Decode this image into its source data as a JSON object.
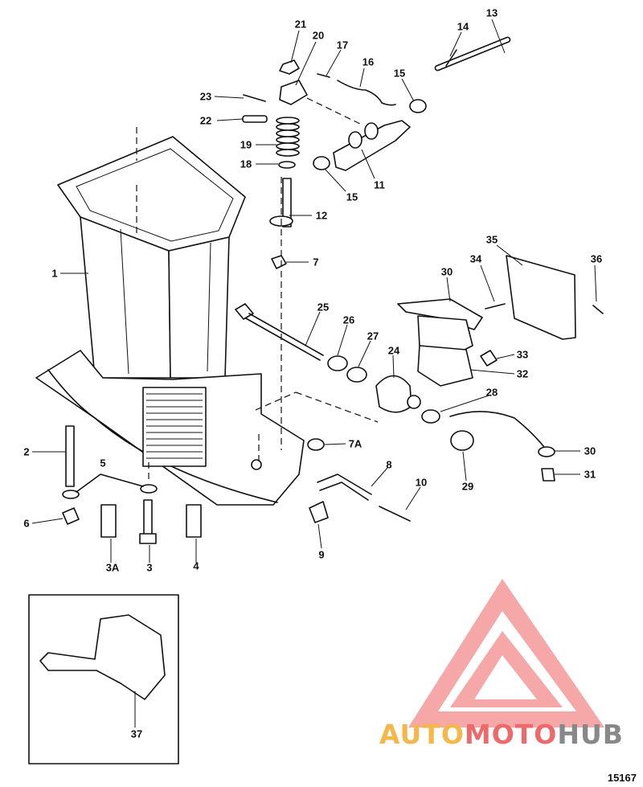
{
  "callouts": [
    {
      "id": "c13",
      "text": "13"
    },
    {
      "id": "c14",
      "text": "14"
    },
    {
      "id": "c21",
      "text": "21"
    },
    {
      "id": "c20",
      "text": "20"
    },
    {
      "id": "c17",
      "text": "17"
    },
    {
      "id": "c16",
      "text": "16"
    },
    {
      "id": "c15a",
      "text": "15"
    },
    {
      "id": "c23",
      "text": "23"
    },
    {
      "id": "c22",
      "text": "22"
    },
    {
      "id": "c19",
      "text": "19"
    },
    {
      "id": "c18",
      "text": "18"
    },
    {
      "id": "c15b",
      "text": "15"
    },
    {
      "id": "c11",
      "text": "11"
    },
    {
      "id": "c12",
      "text": "12"
    },
    {
      "id": "c7",
      "text": "7"
    },
    {
      "id": "c1",
      "text": "1"
    },
    {
      "id": "c35",
      "text": "35"
    },
    {
      "id": "c34",
      "text": "34"
    },
    {
      "id": "c36",
      "text": "36"
    },
    {
      "id": "c30a",
      "text": "30"
    },
    {
      "id": "c25",
      "text": "25"
    },
    {
      "id": "c26",
      "text": "26"
    },
    {
      "id": "c27",
      "text": "27"
    },
    {
      "id": "c24",
      "text": "24"
    },
    {
      "id": "c33",
      "text": "33"
    },
    {
      "id": "c32",
      "text": "32"
    },
    {
      "id": "c28",
      "text": "28"
    },
    {
      "id": "c7a",
      "text": "7A"
    },
    {
      "id": "c2",
      "text": "2"
    },
    {
      "id": "c5",
      "text": "5"
    },
    {
      "id": "c8",
      "text": "8"
    },
    {
      "id": "c30b",
      "text": "30"
    },
    {
      "id": "c10",
      "text": "10"
    },
    {
      "id": "c29",
      "text": "29"
    },
    {
      "id": "c31",
      "text": "31"
    },
    {
      "id": "c6",
      "text": "6"
    },
    {
      "id": "c3a",
      "text": "3A"
    },
    {
      "id": "c3",
      "text": "3"
    },
    {
      "id": "c4",
      "text": "4"
    },
    {
      "id": "c9",
      "text": "9"
    },
    {
      "id": "c37",
      "text": "37"
    }
  ],
  "figure_id": "15167",
  "watermark": {
    "part1": "AUTO",
    "part2": "MOTO",
    "part3": "HUB"
  },
  "colors": {
    "ink": "#111111",
    "wm_yellow": "#f5b64a",
    "wm_red": "#ee6a6a",
    "wm_gray": "#888888"
  }
}
